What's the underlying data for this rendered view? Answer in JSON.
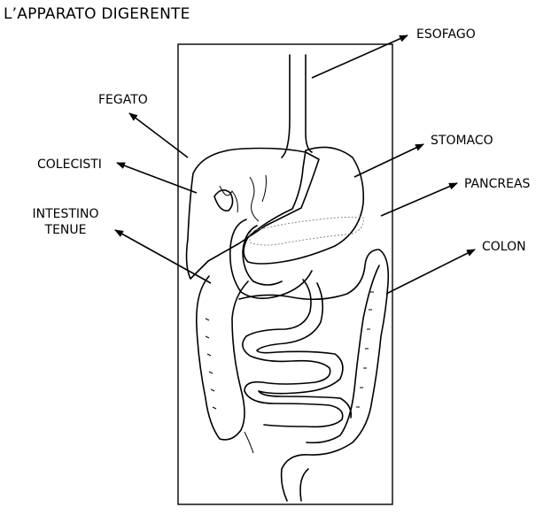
{
  "title": "L’APPARATO DIGERENTE",
  "labels": {
    "esofago": "ESOFAGO",
    "fegato": "FEGATO",
    "stomaco": "STOMACO",
    "colecisti": "COLECISTI",
    "pancreas": "PANCREAS",
    "intestino_tenue_line1": "INTESTINO",
    "intestino_tenue_line2": "TENUE",
    "colon": "COLON"
  }
}
